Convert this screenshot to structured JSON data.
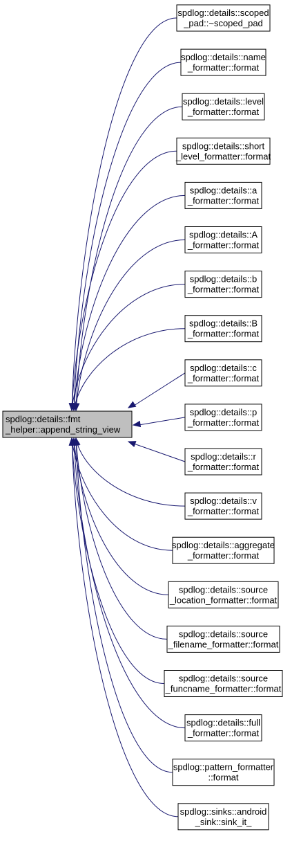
{
  "graph": {
    "main": {
      "lines": [
        "spdlog::details::fmt",
        "_helper::append_string_view"
      ]
    },
    "callers": [
      {
        "lines": [
          "spdlog::details::scoped",
          "_pad::~scoped_pad"
        ]
      },
      {
        "lines": [
          "spdlog::details::name",
          "_formatter::format"
        ]
      },
      {
        "lines": [
          "spdlog::details::level",
          "_formatter::format"
        ]
      },
      {
        "lines": [
          "spdlog::details::short",
          "_level_formatter::format"
        ]
      },
      {
        "lines": [
          "spdlog::details::a",
          "_formatter::format"
        ]
      },
      {
        "lines": [
          "spdlog::details::A",
          "_formatter::format"
        ]
      },
      {
        "lines": [
          "spdlog::details::b",
          "_formatter::format"
        ]
      },
      {
        "lines": [
          "spdlog::details::B",
          "_formatter::format"
        ]
      },
      {
        "lines": [
          "spdlog::details::c",
          "_formatter::format"
        ]
      },
      {
        "lines": [
          "spdlog::details::p",
          "_formatter::format"
        ]
      },
      {
        "lines": [
          "spdlog::details::r",
          "_formatter::format"
        ]
      },
      {
        "lines": [
          "spdlog::details::v",
          "_formatter::format"
        ]
      },
      {
        "lines": [
          "spdlog::details::aggregate",
          "_formatter::format"
        ]
      },
      {
        "lines": [
          "spdlog::details::source",
          "_location_formatter::format"
        ]
      },
      {
        "lines": [
          "spdlog::details::source",
          "_filename_formatter::format"
        ]
      },
      {
        "lines": [
          "spdlog::details::source",
          "_funcname_formatter::format"
        ]
      },
      {
        "lines": [
          "spdlog::details::full",
          "_formatter::format"
        ]
      },
      {
        "lines": [
          "spdlog::pattern_formatter",
          "::format"
        ]
      },
      {
        "lines": [
          "spdlog::sinks::android",
          "_sink::sink_it_"
        ]
      }
    ]
  }
}
